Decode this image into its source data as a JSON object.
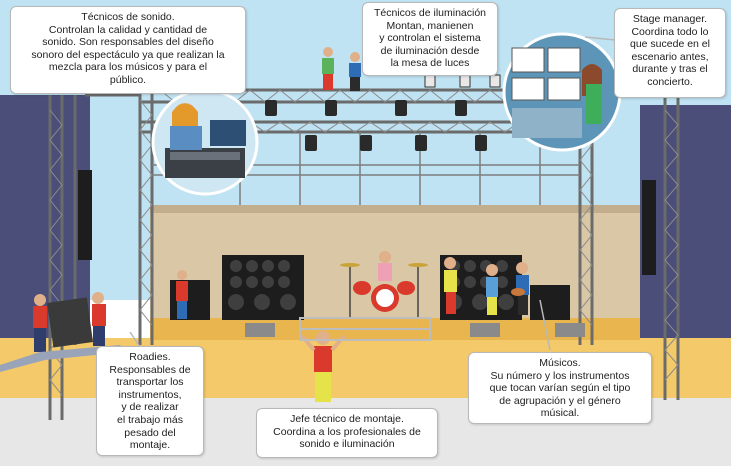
{
  "callouts": {
    "sound": {
      "lines": [
        "Técnicos de sonido.",
        "Controlan la calidad y cantidad de",
        "sonido. Son responsables del diseño",
        "sonoro del espectáculo ya que realizan la",
        "mezcla para los músicos y para el",
        "público."
      ]
    },
    "lighting": {
      "lines": [
        "Técnicos de iluminación",
        "Montan, manienen",
        "y controlan el sistema",
        "de iluminación desde",
        "la mesa de luces"
      ]
    },
    "stage_manager": {
      "lines": [
        "Stage manager.",
        "Coordina todo lo",
        "que sucede en el",
        "escenario antes,",
        "durante y tras el",
        "concierto."
      ]
    },
    "roadies": {
      "lines": [
        "Roadies.",
        "Responsables de",
        "transportar los",
        "instrumentos,",
        "y de realizar",
        "el trabajo más",
        "pesado del",
        "montaje."
      ]
    },
    "musicians": {
      "lines": [
        "Músicos.",
        "Su número y los instrumentos",
        "que tocan varían según el tipo",
        "de agrupación y el género",
        "músical."
      ]
    },
    "chief": {
      "lines": [
        "Jefe técnico de montaje.",
        "Coordina a los profesionales de",
        "sonido e iluminación"
      ]
    }
  },
  "colors": {
    "sky": "#bfe3f2",
    "truss": "#6b6b6b",
    "stage_floor": "#f3c96a",
    "backdrop": "#d9c7a6",
    "speakers": "#1d1d1d",
    "worker_shirt": "#d93a2b",
    "vest": "#e6e24a"
  }
}
